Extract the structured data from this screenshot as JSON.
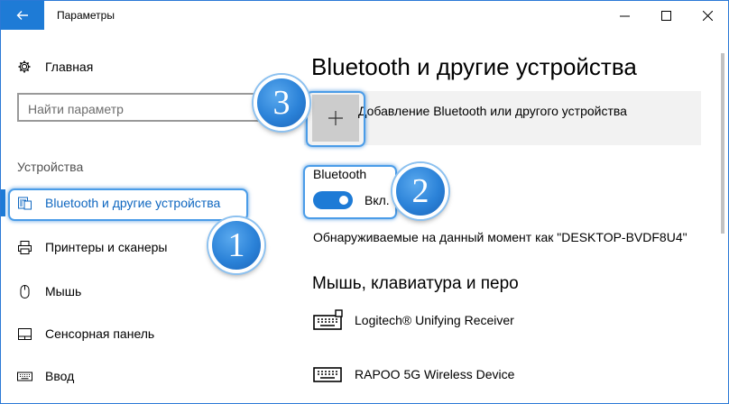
{
  "window": {
    "title": "Параметры",
    "accent": "#1e7bd6"
  },
  "sidebar": {
    "home_label": "Главная",
    "search_placeholder": "Найти параметр",
    "section_title": "Устройства",
    "items": [
      {
        "label": "Bluetooth и другие устройства",
        "icon": "bluetooth-devices-icon",
        "active": true
      },
      {
        "label": "Принтеры и сканеры",
        "icon": "printer-icon",
        "active": false
      },
      {
        "label": "Мышь",
        "icon": "mouse-icon",
        "active": false
      },
      {
        "label": "Сенсорная панель",
        "icon": "touchpad-icon",
        "active": false
      },
      {
        "label": "Ввод",
        "icon": "keyboard-icon",
        "active": false
      }
    ]
  },
  "main": {
    "title": "Bluetooth и другие устройства",
    "add_device_label": "Добавление Bluetooth или другого устройства",
    "bluetooth_label": "Bluetooth",
    "toggle_state": "Вкл.",
    "toggle_on": true,
    "discoverable_text": "Обнаруживаемые на данный момент как \"DESKTOP-BVDF8U4\"",
    "section_heading": "Мышь, клавиатура и перо",
    "devices": [
      {
        "name": "Logitech® Unifying Receiver",
        "icon": "keyboard-icon"
      },
      {
        "name": "RAPOO 5G Wireless Device",
        "icon": "keyboard-icon"
      }
    ]
  },
  "annotations": {
    "badge_1": "1",
    "badge_2": "2",
    "badge_3": "3"
  }
}
